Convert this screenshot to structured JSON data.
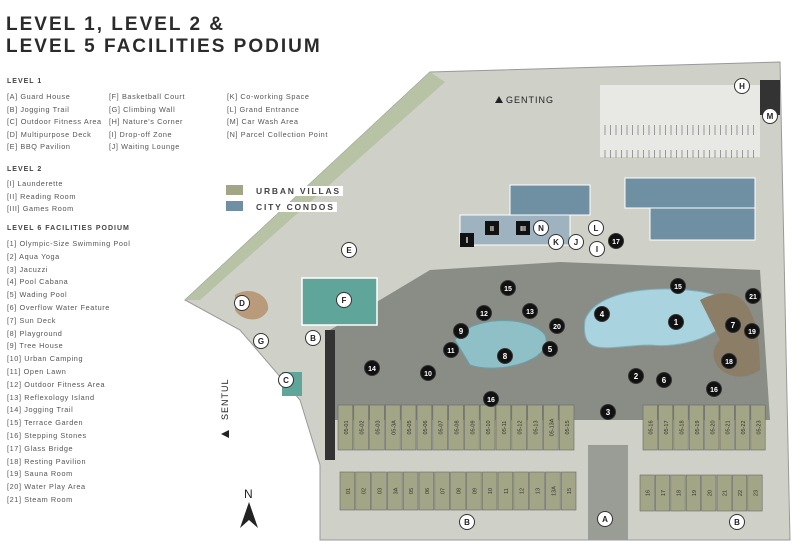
{
  "title": [
    "LEVEL 1, LEVEL 2 &",
    "LEVEL 5 FACILITIES PODIUM"
  ],
  "level1": {
    "heading": "LEVEL 1",
    "col1": [
      "[A]  Guard House",
      "[B]  Jogging Trail",
      "[C]  Outdoor Fitness Area",
      "[D]  Multipurpose Deck",
      "[E]  BBQ Pavilion"
    ],
    "col2": [
      "[F]  Basketball Court",
      "[G]  Climbing Wall",
      "[H]  Nature's Corner",
      "[I]  Drop-off Zone",
      "[J]  Waiting Lounge"
    ],
    "col3": [
      "[K]  Co-working Space",
      "[L]  Grand Entrance",
      "[M]  Car Wash Area",
      "[N]  Parcel Collection Point"
    ]
  },
  "level2": {
    "heading": "LEVEL 2",
    "items": [
      "[I]   Launderette",
      "[II]  Reading Room",
      "[III] Games Room"
    ]
  },
  "podium": {
    "heading": "LEVEL 6 FACILITIES PODIUM",
    "items": [
      "[1]   Olympic-Size Swimming Pool",
      "[2]   Aqua Yoga",
      "[3]   Jacuzzi",
      "[4]   Pool Cabana",
      "[5]   Wading Pool",
      "[6]   Overflow Water Feature",
      "[7]   Sun Deck",
      "[8]   Playground",
      "[9]   Tree House",
      "[10] Urban Camping",
      "[11] Open Lawn",
      "[12] Outdoor Fitness Area",
      "[13] Reflexology Island",
      "[14] Jogging Trail",
      "[15] Terrace Garden",
      "[16] Stepping Stones",
      "[17] Glass Bridge",
      "[18] Resting Pavilion",
      "[19] Sauna Room",
      "[20] Water Play Area",
      "[21] Steam Room"
    ]
  },
  "key": {
    "villas": "URBAN VILLAS",
    "condos": "CITY CONDOS",
    "villas_color": "#a3a686",
    "condos_color": "#6f8fa3"
  },
  "map": {
    "genting": "GENTING",
    "sentul": "SENTUL",
    "north": "N",
    "markers": [
      "H",
      "M",
      "E",
      "D",
      "F",
      "G",
      "B",
      "C",
      "I",
      "II",
      "III",
      "N",
      "K",
      "J",
      "L",
      "I",
      "17",
      "15",
      "13",
      "12",
      "9",
      "20",
      "4",
      "1",
      "15",
      "21",
      "7",
      "19",
      "11",
      "8",
      "5",
      "18",
      "14",
      "10",
      "2",
      "6",
      "16",
      "16",
      "3",
      "A",
      "B",
      "B"
    ],
    "villas_top": [
      "05-01",
      "05-02",
      "05-03",
      "05-3A",
      "05-05",
      "05-06",
      "05-07",
      "05-08",
      "05-09",
      "05-10",
      "05-11",
      "05-12",
      "05-13",
      "05-13A",
      "05-15",
      "05-16",
      "05-17",
      "05-18",
      "05-19",
      "05-20",
      "05-21",
      "05-22",
      "05-23"
    ],
    "villas_bottom": [
      "01",
      "02",
      "03",
      "3A",
      "05",
      "06",
      "07",
      "08",
      "09",
      "10",
      "11",
      "12",
      "13",
      "13A",
      "15",
      "16",
      "17",
      "18",
      "19",
      "20",
      "21",
      "22",
      "23"
    ]
  }
}
